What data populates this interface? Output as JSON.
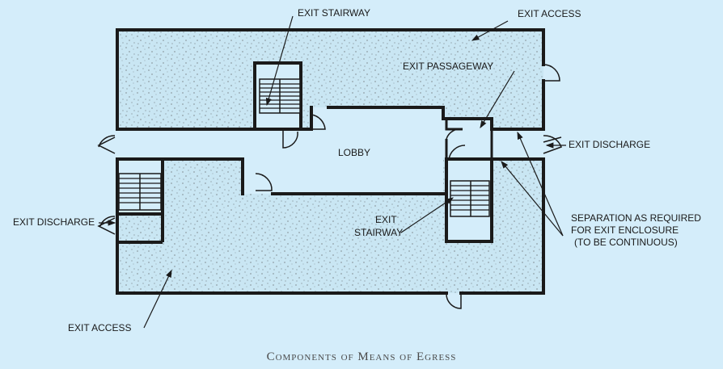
{
  "labels": {
    "exit_stairway_top": "EXIT STAIRWAY",
    "exit_access_top": "EXIT ACCESS",
    "exit_passageway": "EXIT PASSAGEWAY",
    "lobby": "LOBBY",
    "exit_discharge_right": "EXIT DISCHARGE",
    "exit_discharge_left": "EXIT DISCHARGE",
    "exit_stairway_bottom_l1": "EXIT",
    "exit_stairway_bottom_l2": "STAIRWAY",
    "separation_l1": "SEPARATION AS REQUIRED",
    "separation_l2": "FOR EXIT ENCLOSURE",
    "separation_l3": "(TO BE CONTINUOUS)",
    "exit_access_bottom": "EXIT ACCESS"
  },
  "caption": "Components of Means of Egress",
  "colors": {
    "background": "#d4edfa",
    "walls": "#1a1a1a",
    "fill": "#c9e6f3"
  }
}
